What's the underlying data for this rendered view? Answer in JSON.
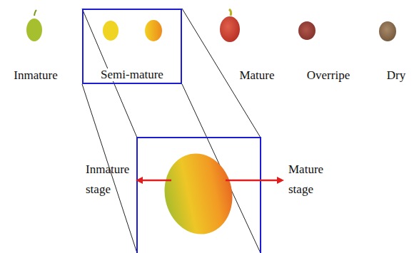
{
  "diagram": {
    "nodes": [
      {
        "text": [
          "Semi-mature"
        ]
      }
    ],
    "labels": [
      "Inmature",
      "Mature",
      "Overripe",
      "Dry",
      "Inmature stage",
      "Mature stage"
    ]
  }
}
